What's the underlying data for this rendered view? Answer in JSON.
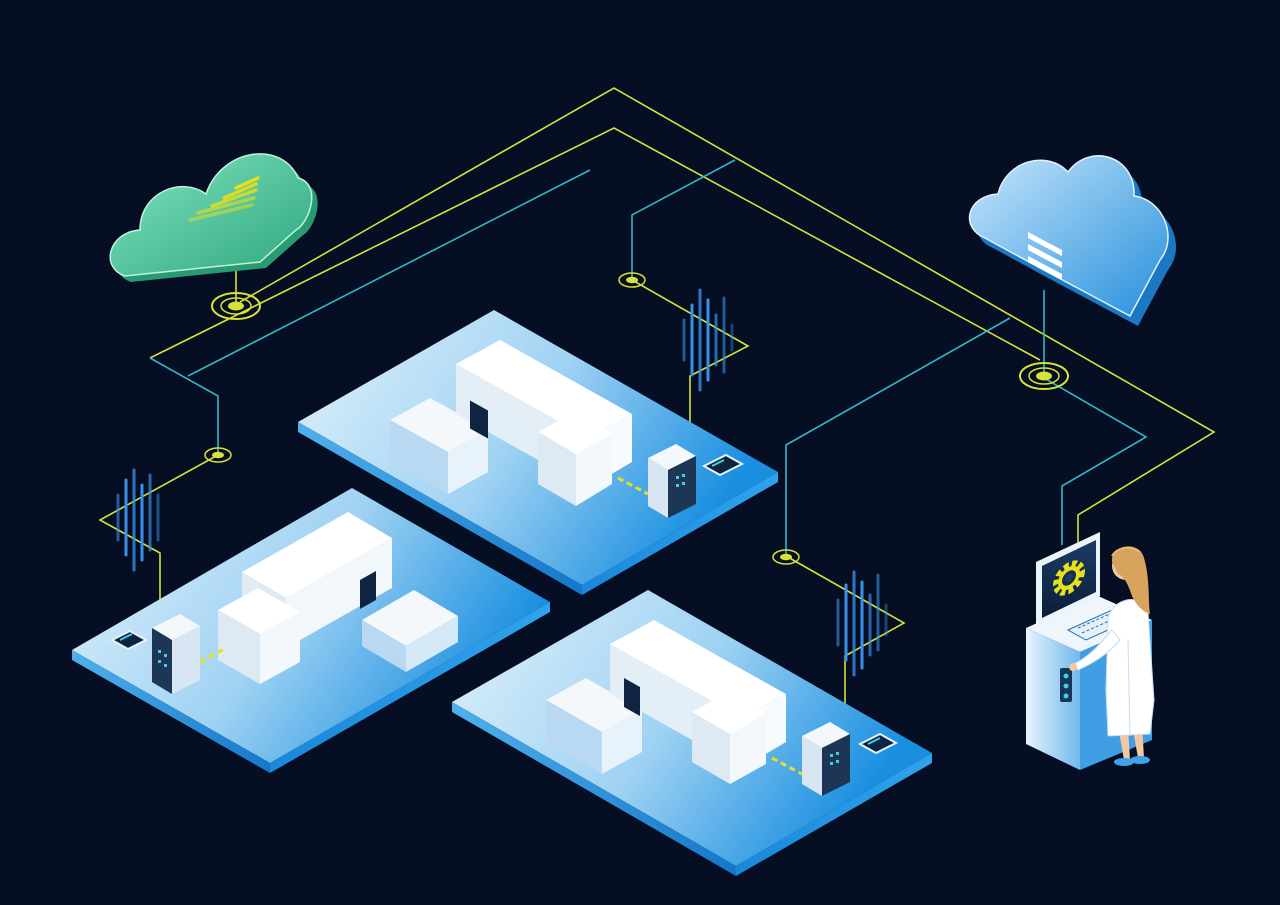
{
  "palette": {
    "background": "#050e22",
    "link_yellow": "#d6e23a",
    "link_teal": "#2fb8c9",
    "floor_blue": "#1a8fe0",
    "floor_light": "#cfe9f8",
    "cloud_green": "#4cc79a",
    "cloud_blue": "#3aa0e6",
    "machine_white": "#f2f6fa",
    "signal_blue": "#3a8fe8",
    "accent_yellow": "#e6e11c"
  },
  "diagram": {
    "nodes": [
      {
        "id": "cloud-analytics",
        "kind": "cloud",
        "icon": "bar-chart-icon"
      },
      {
        "id": "cloud-storage",
        "kind": "cloud",
        "icon": "server-stack-icon"
      },
      {
        "id": "production-line-top",
        "kind": "factory-floor",
        "icon": "machine-icon"
      },
      {
        "id": "production-line-left",
        "kind": "factory-floor",
        "icon": "machine-icon"
      },
      {
        "id": "production-line-bottom",
        "kind": "factory-floor",
        "icon": "machine-icon"
      },
      {
        "id": "operator-terminal",
        "kind": "control-station",
        "icon": "gear-icon"
      }
    ],
    "edges": [
      {
        "from": "cloud-analytics",
        "to": "production-line-left"
      },
      {
        "from": "cloud-analytics",
        "to": "operator-terminal"
      },
      {
        "from": "cloud-storage",
        "to": "operator-terminal"
      },
      {
        "from": "production-line-top",
        "to": "operator-terminal"
      },
      {
        "from": "production-line-bottom",
        "to": "operator-terminal"
      }
    ]
  }
}
